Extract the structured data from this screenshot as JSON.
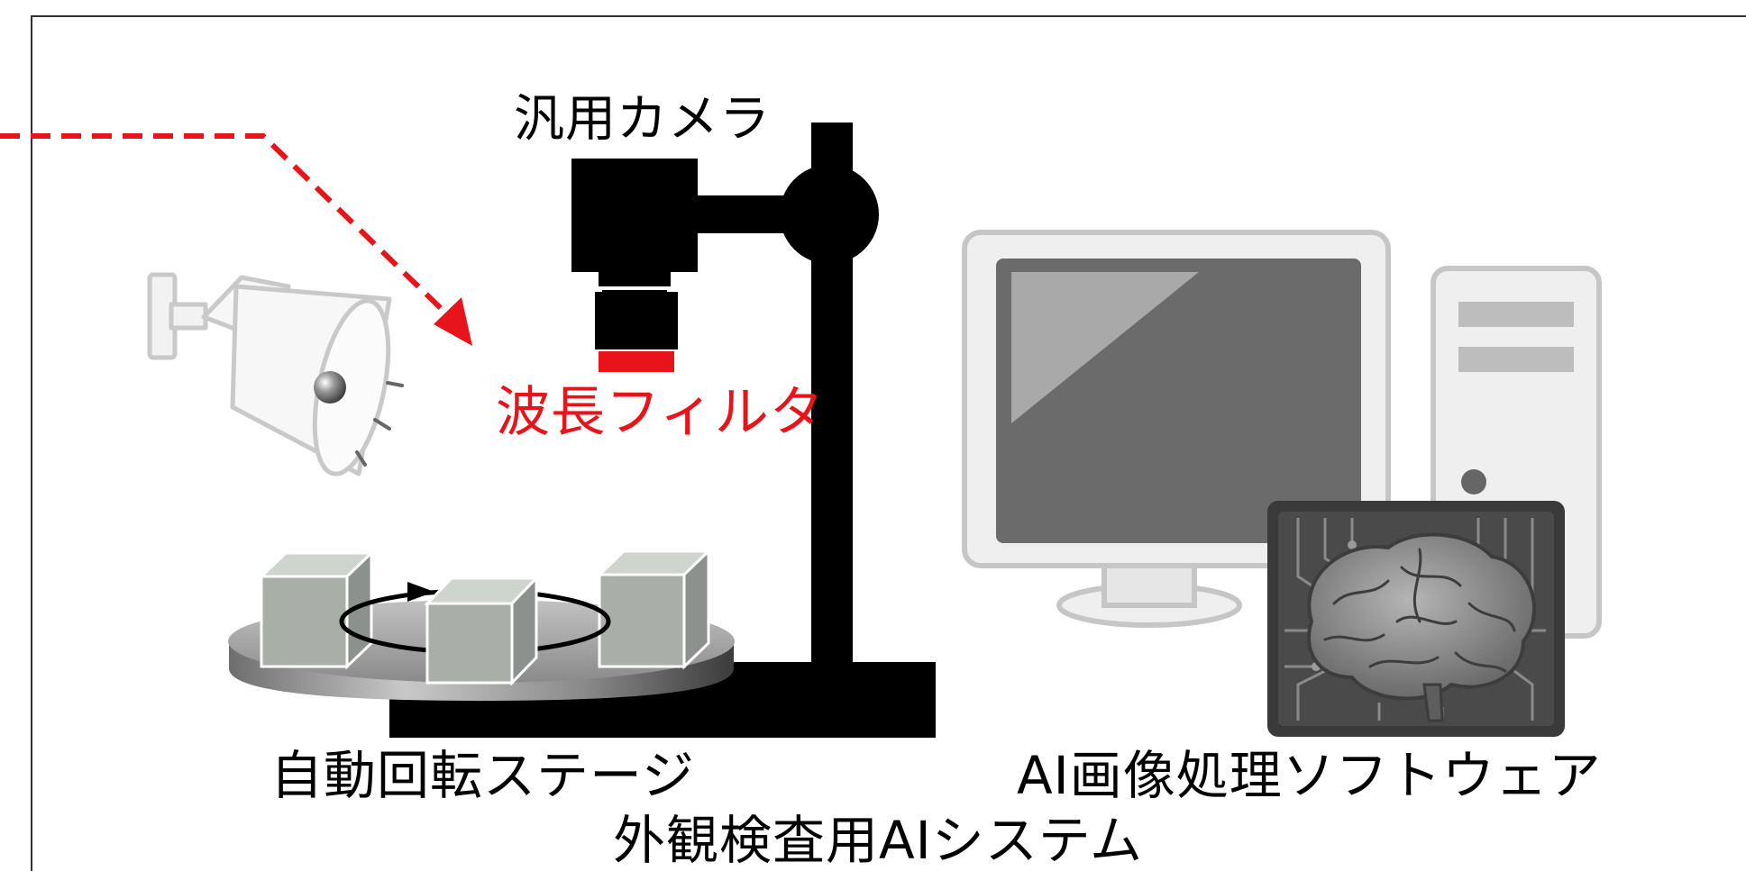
{
  "colors": {
    "accent_red": "#e8141b",
    "black": "#000000",
    "light_gray": "#d9d9d9",
    "mid_gray": "#8c8c8c",
    "dark_gray": "#5a5a5a",
    "frame": "#333333"
  },
  "labels": {
    "camera": "汎用カメラ",
    "filter": "波長フィルタ",
    "stage": "自動回転ステージ",
    "software": "AI画像処理ソフトウェア",
    "system": "外観検査用AIシステム"
  },
  "icons": {
    "lamp": "spotlight-icon",
    "camera": "camera-icon",
    "stand": "camera-stand-icon",
    "turntable": "turntable-icon",
    "rotation": "rotation-arrow-icon",
    "computer": "desktop-computer-icon",
    "brain": "ai-brain-icon"
  }
}
